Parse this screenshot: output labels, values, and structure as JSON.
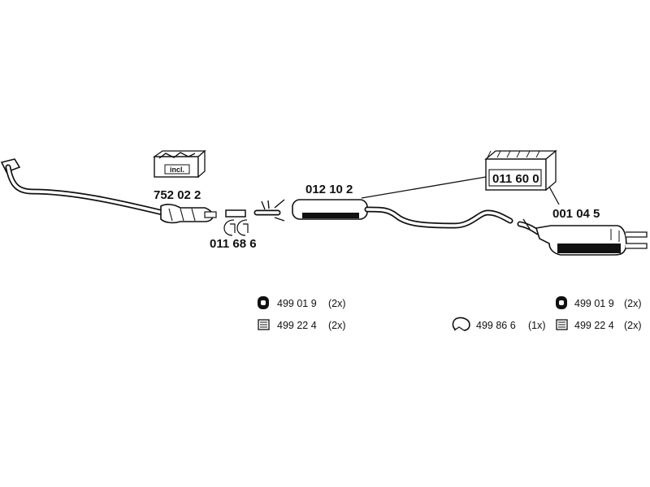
{
  "components": {
    "catalytic_converter": {
      "number": "752 02 2",
      "kit_label": "incl."
    },
    "connector_clamps": {
      "number": "011 68 6"
    },
    "middle_silencer": {
      "number": "012 10 2"
    },
    "rear_silencer": {
      "number": "001 04 5"
    },
    "mounting_kit": {
      "number": "011 60 0"
    }
  },
  "parts_middle": [
    {
      "icon": "rubber-hanger-icon",
      "number": "499 01 9",
      "qty": "(2x)"
    },
    {
      "icon": "bracket-icon",
      "number": "499 22 4",
      "qty": "(2x)"
    }
  ],
  "parts_rear": [
    {
      "icon": "rubber-hanger-icon",
      "number": "499 01 9",
      "qty": "(2x)"
    },
    {
      "icon": "clamp-ring-icon",
      "number": "499 86 6",
      "qty": "(1x)"
    },
    {
      "icon": "bracket-icon",
      "number": "499 22 4",
      "qty": "(2x)"
    }
  ]
}
